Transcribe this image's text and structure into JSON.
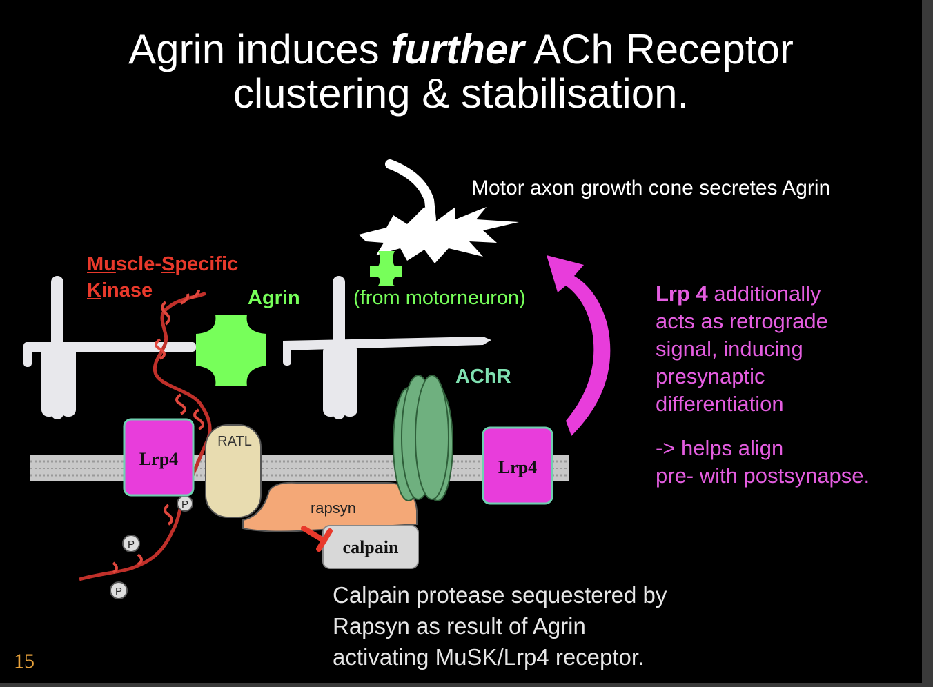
{
  "slide": {
    "title_pre": "Agrin induces ",
    "title_em": "further",
    "title_post_line1": " ACh Receptor",
    "title_line2": "clustering & stabilisation.",
    "page_number": "15"
  },
  "labels": {
    "axon_caption": "Motor axon growth cone secretes Agrin",
    "musk_mu": "Mu",
    "musk_scle": "scle-",
    "musk_s": "S",
    "musk_pecific": "pecific",
    "musk_k": "K",
    "musk_inase": "inase",
    "agrin": "Agrin",
    "from_motor": "(from motorneuron)",
    "achr": "AChR",
    "lrp4_left": "Lrp4",
    "lrp4_right": "Lrp4",
    "ratl": "RATL",
    "rapsyn": "rapsyn",
    "calpain": "calpain",
    "phospho": "P"
  },
  "notes": {
    "lrp_bold": "Lrp 4",
    "lrp_line1_rest": " additionally",
    "lrp_line2": "acts as retrograde",
    "lrp_line3": "signal,  inducing",
    "lrp_line4": "presynaptic",
    "lrp_line5": "differentiation",
    "helps_line1": "->  helps align",
    "helps_line2": "pre- with postsynapse.",
    "calpain_line1": "Calpain protease sequestered by",
    "calpain_line2": "Rapsyn as result of Agrin",
    "calpain_line3": "activating MuSK/Lrp4 receptor."
  },
  "colors": {
    "background": "#000000",
    "agrin": "#77ff5a",
    "lrp4": "#e83ddb",
    "arrow": "#e83ddb",
    "note_text": "#e45de0",
    "musk": "#e8392b",
    "achr": "#6fb07f",
    "rapsyn": "#f4a877",
    "ratl": "#e8dcb0",
    "calpain": "#d8d8d8",
    "inhibitor": "#e8392b",
    "membrane": "#c8c8c8",
    "page_number": "#e8a23b"
  }
}
